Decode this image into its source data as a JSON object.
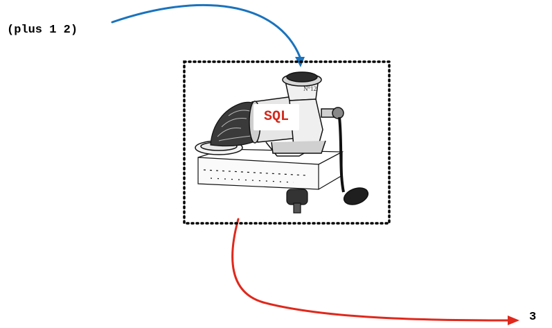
{
  "input_expression": "(plus 1 2)",
  "processor": {
    "label": "SQL",
    "illustration": "meat-grinder-engraving",
    "label_color": "#d4281c"
  },
  "output_value": "3",
  "colors": {
    "input_arrow": "#1f77b4",
    "output_arrow": "#e0281c",
    "box_border": "#000000"
  }
}
